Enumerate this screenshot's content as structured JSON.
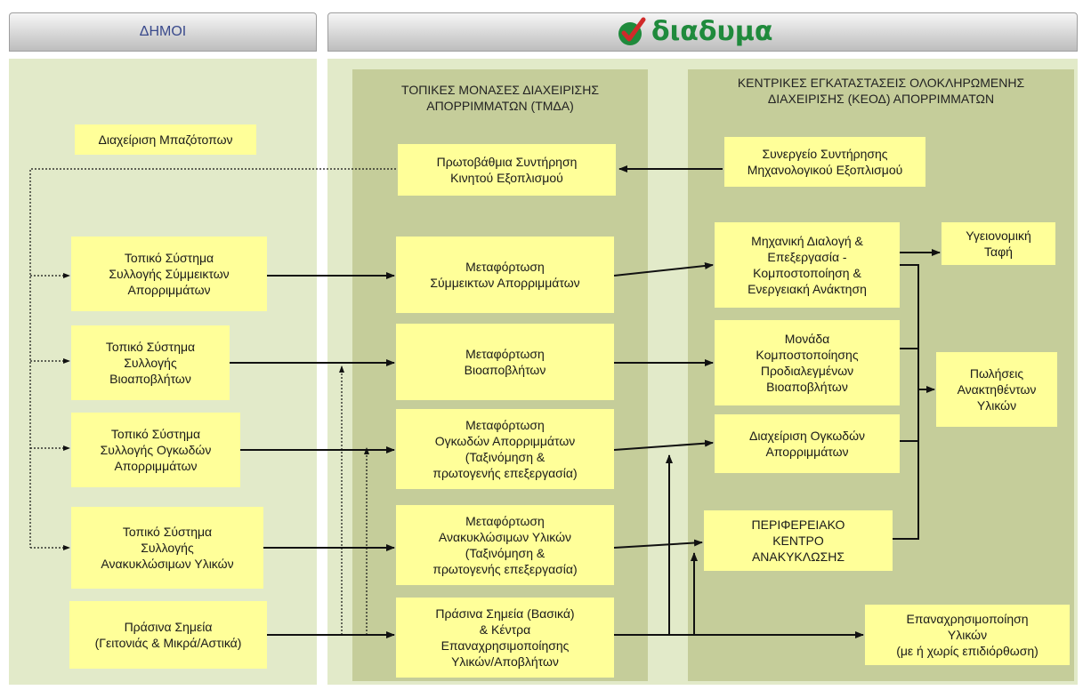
{
  "top_strip_text": "",
  "header_left": "ΔΗΜΟΙ",
  "logo_text": "διαδυμα",
  "col_tmda_title": "ΤΟΠΙΚΕΣ ΜΟΝΑΣΕΣ ΔΙΑΧΕΙΡΙΣΗΣ\nΑΠΟΡΡΙΜΜΑΤΩΝ (ΤΜΔΑ)",
  "col_keod_title": "ΚΕΝΤΡΙΚΕΣ ΕΓΚΑΤΑΣΤΑΣΕΙΣ ΟΛΟΚΛΗΡΩΜΕΝΗΣ\nΔΙΑΧΕΙΡΙΣΗΣ (ΚΕΟΔ) ΑΠΟΡΡΙΜΜΑΤΩΝ",
  "municipal": {
    "bulky": "Διαχείριση Μπαζότοπων",
    "mixed": "Τοπικό Σύστημα\nΣυλλογής Σύμμεικτων\nΑπορριμμάτων",
    "bio": "Τοπικό Σύστημα\nΣυλλογής\nΒιοαποβλήτων",
    "oversized": "Τοπικό Σύστημα\nΣυλλογής Ογκωδών\nΑπορριμμάτων",
    "recyclables": "Τοπικό Σύστημα\nΣυλλογής\nΑνακυκλώσιμων Υλικών",
    "green": "Πράσινα Σημεία\n(Γειτονιάς & Μικρά/Αστικά)"
  },
  "tmda": {
    "maintenance": "Πρωτοβάθμια Συντήρηση\nΚινητού Εξοπλισμού",
    "mixed": "Μεταφόρτωση\nΣύμμεικτων Απορριμμάτων",
    "bio": "Μεταφόρτωση\nΒιοαποβλήτων",
    "oversized": "Μεταφόρτωση\nΟγκωδών Απορριμμάτων\n(Ταξινόμηση &\nπρωτογενής επεξεργασία)",
    "recyclables": "Μεταφόρτωση\nΑνακυκλώσιμων Υλικών\n(Ταξινόμηση &\nπρωτογενής επεξεργασία)",
    "green": "Πράσινα Σημεία (Βασικά)\n& Κέντρα\nΕπαναχρησιμοποίησης\nΥλικών/Αποβλήτων"
  },
  "keod": {
    "workshop": "Συνεργείο Συντήρησης\nΜηχανολογικού Εξοπλισμού",
    "mbt": "Μηχανική Διαλογή &\nΕπεξεργασία -\nΚομποστοποίηση &\nΕνεργειακή Ανάκτηση",
    "compost": "Μονάδα\nΚομποστοποίησης\nΠροδιαλεγμένων\nΒιοαποβλήτων",
    "oversized": "Διαχείριση Ογκωδών\nΑπορριμμάτων",
    "rrc": "ΠΕΡΙΦΕΡΕΙΑΚΟ\nΚΕΝΤΡΟ\nΑΝΑΚΥΚΛΩΣΗΣ",
    "landfill": "Υγειονομική\nΤαφή",
    "sales": "Πωλήσεις\nΑνακτηθέντων\nΥλικών",
    "reuse": "Επαναχρησιμοποίηση\nΥλικών\n(με ή χωρίς επιδιόρθωση)"
  },
  "colors": {
    "box": "#ffff99",
    "panel": "#e2eac9",
    "column": "#c5cd9a",
    "arrow": "#111111",
    "logo_green": "#1f8a3c",
    "logo_red": "#d12a2a"
  }
}
